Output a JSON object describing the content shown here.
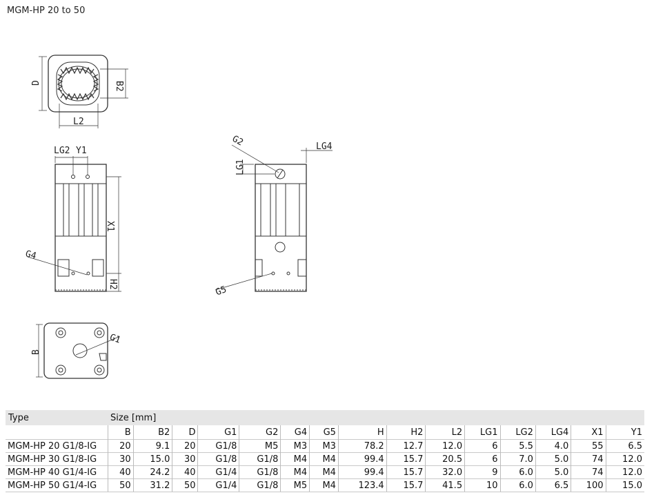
{
  "page": {
    "title": "MGM-HP 20 to 50"
  },
  "drawing_labels": {
    "d": "D",
    "b2": "B2",
    "l2": "L2",
    "lg2": "LG2",
    "y1": "Y1",
    "x1": "X1",
    "g4": "G4",
    "h2": "H2",
    "g2": "G2",
    "lg4": "LG4",
    "lg1": "LG1",
    "g5": "G5",
    "b": "B",
    "g1": "G1"
  },
  "table": {
    "type_header": "Type",
    "size_header": "Size [mm]",
    "columns": [
      "B",
      "B2",
      "D",
      "G1",
      "G2",
      "G4",
      "G5",
      "H",
      "H2",
      "L2",
      "LG1",
      "LG2",
      "LG4",
      "X1",
      "Y1"
    ],
    "rows": [
      [
        "MGM-HP 20 G1/8-IG",
        "20",
        "9.1",
        "20",
        "G1/8",
        "M5",
        "M3",
        "M3",
        "78.2",
        "12.7",
        "12.0",
        "6",
        "5.5",
        "4.0",
        "55",
        "6.5"
      ],
      [
        "MGM-HP 30 G1/8-IG",
        "30",
        "15.0",
        "30",
        "G1/8",
        "G1/8",
        "M4",
        "M4",
        "99.4",
        "15.7",
        "20.5",
        "6",
        "7.0",
        "5.0",
        "74",
        "12.0"
      ],
      [
        "MGM-HP 40 G1/4-IG",
        "40",
        "24.2",
        "40",
        "G1/4",
        "G1/8",
        "M4",
        "M4",
        "99.4",
        "15.7",
        "32.0",
        "9",
        "6.0",
        "5.0",
        "74",
        "12.0"
      ],
      [
        "MGM-HP 50 G1/4-IG",
        "50",
        "31.2",
        "50",
        "G1/4",
        "G1/8",
        "M5",
        "M4",
        "123.4",
        "15.7",
        "41.5",
        "10",
        "6.0",
        "6.5",
        "100",
        "15.0"
      ]
    ]
  }
}
